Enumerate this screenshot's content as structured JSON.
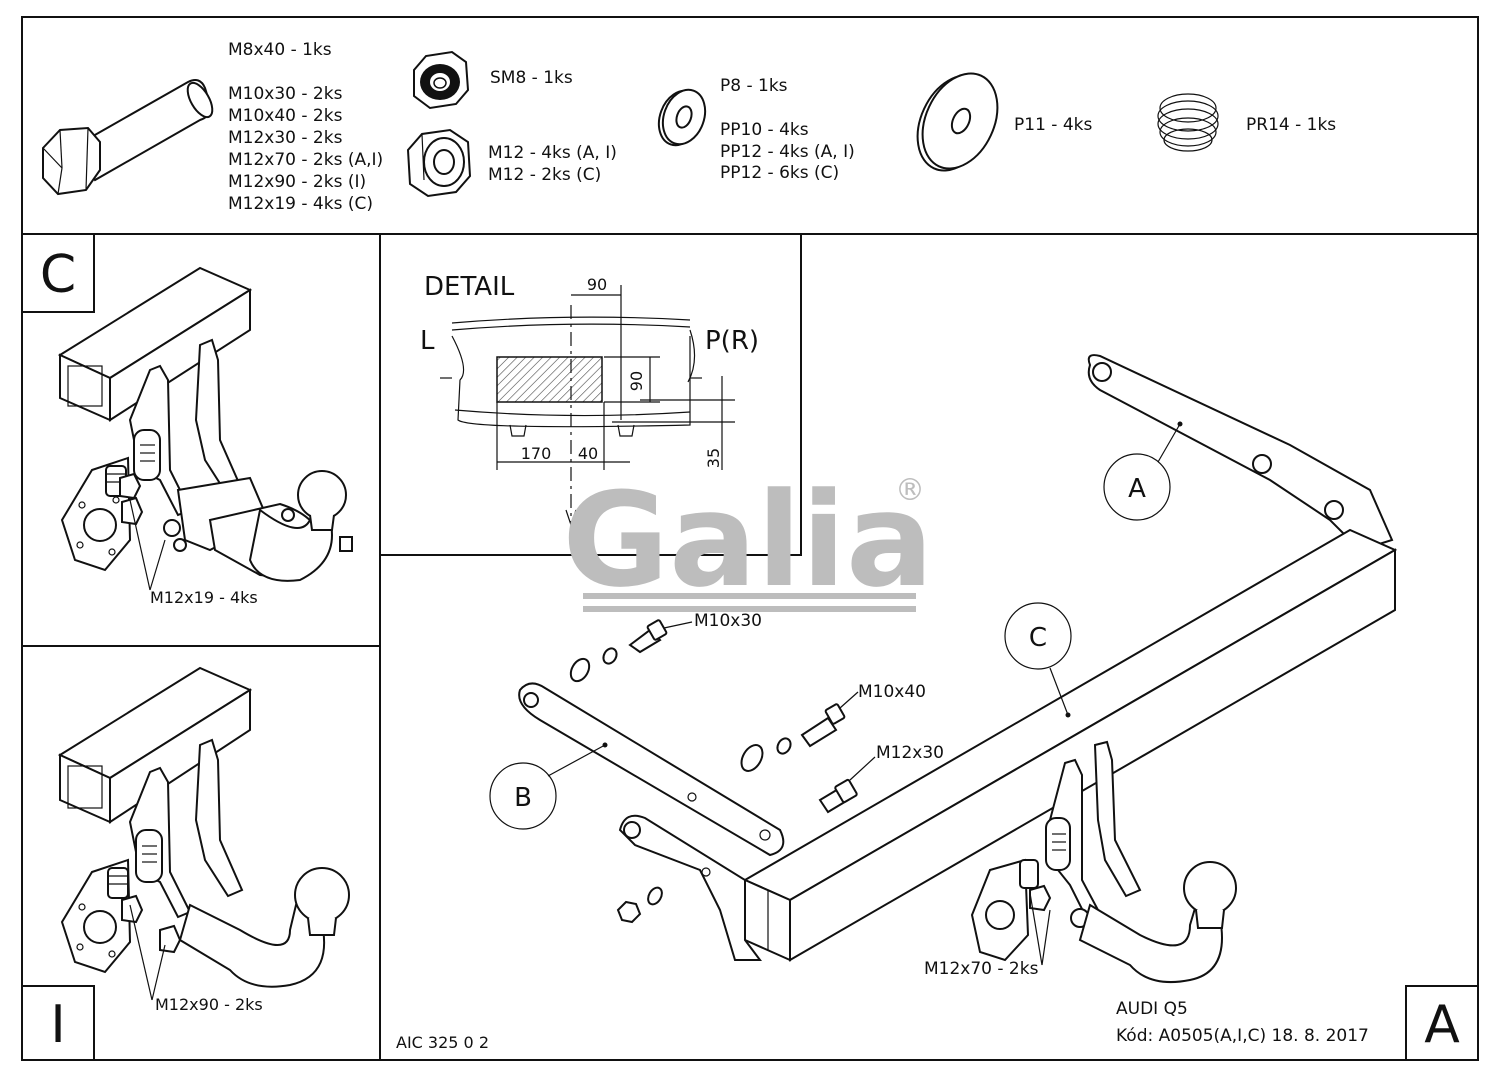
{
  "parts": {
    "bolt": {
      "icon": "bolt-icon",
      "lines": [
        "M8x40 - 1ks",
        "M10x30 - 2ks",
        "M10x40 - 2ks",
        "M12x30 - 2ks",
        "M12x70 - 2ks (A,I)",
        "M12x90 - 2ks (I)",
        "M12x19 - 4ks (C)"
      ]
    },
    "locknut": {
      "icon": "lock-nut-icon",
      "lines": [
        "SM8 - 1ks"
      ]
    },
    "nut": {
      "icon": "hex-nut-icon",
      "lines": [
        "M12 - 4ks (A, I)",
        "M12 - 2ks (C)"
      ]
    },
    "washer": {
      "icon": "washer-icon",
      "lines": [
        "P8 - 1ks",
        "PP10 - 4ks",
        "PP12 - 4ks (A, I)",
        "PP12 - 6ks (C)"
      ]
    },
    "large_washer": {
      "icon": "large-washer-icon",
      "lines": [
        "P11 - 4ks"
      ]
    },
    "spring": {
      "icon": "spring-washer-icon",
      "lines": [
        "PR14 - 1ks"
      ]
    }
  },
  "panels": {
    "c": {
      "letter": "C",
      "bolt_label": "M12x19 - 4ks"
    },
    "i": {
      "letter": "I",
      "bolt_label": "M12x90 - 2ks"
    },
    "a": {
      "letter": "A"
    }
  },
  "detail": {
    "title": "DETAIL",
    "left": "L",
    "right": "P(R)",
    "dim_top": "90",
    "dim_side": "90",
    "dim_170": "170",
    "dim_40": "40",
    "dim_35": "35"
  },
  "assembly": {
    "callouts": [
      "A",
      "B",
      "C"
    ],
    "bolt_labels": [
      "M10x30",
      "M10x40",
      "M12x30",
      "M12x70 - 2ks"
    ]
  },
  "logo": {
    "text": "Galia",
    "mark": "®"
  },
  "footer": {
    "drawing_no": "AIC 325 0 2",
    "vehicle": "AUDI Q5",
    "code": "Kód: A0505(A,I,C)  18. 8. 2017"
  }
}
